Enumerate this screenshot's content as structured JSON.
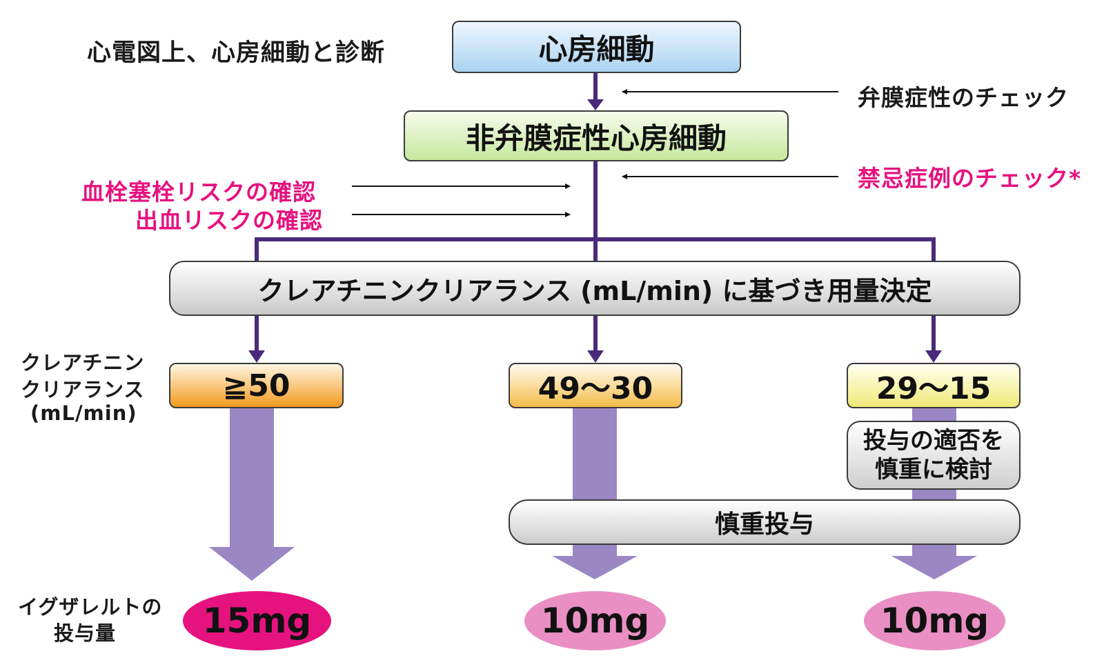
{
  "diagnosis_note": "心電図上、心房細動と診断",
  "atrial_fibrillation": "心房細動",
  "valvular_check": "弁膜症性のチェック",
  "nonvalvular_af": "非弁膜症性心房細動",
  "contraindication_check": "禁忌症例のチェック*",
  "thrombo_risk": "血栓塞栓リスクの確認",
  "bleeding_risk": "出血リスクの確認",
  "dose_decision": "クレアチニンクリアランス (mL/min) に基づき用量決定",
  "crcl_label": {
    "line1": "クレアチニン",
    "line2": "クリアランス",
    "line3": "(mL/min)"
  },
  "crcl_ranges": [
    "≧50",
    "49～30",
    "29～15"
  ],
  "consider_box": {
    "line1": "投与の適否を",
    "line2": "慎重に検討"
  },
  "careful_admin": "慎重投与",
  "dose_label": {
    "line1": "イグザレルトの",
    "line2": "投与量"
  },
  "doses": [
    "15mg",
    "10mg",
    "10mg"
  ],
  "colors": {
    "flow_line": "#4a2a7a",
    "wide_arrow": "#9a87c4",
    "pink_text": "#e6117f",
    "dose_15": "#e6137f",
    "dose_10": "#e98fc3"
  }
}
